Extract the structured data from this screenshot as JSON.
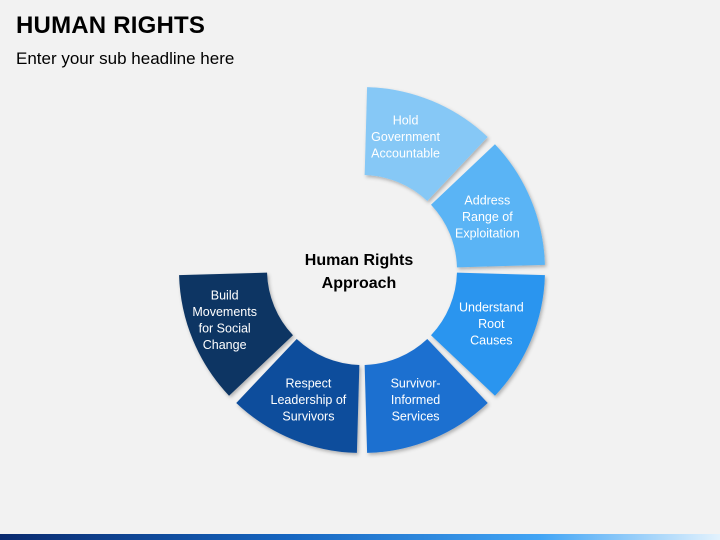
{
  "header": {
    "title": "HUMAN RIGHTS",
    "subtitle": "Enter your sub headline here"
  },
  "center": {
    "line1": "Human Rights",
    "line2": "Approach"
  },
  "segments": [
    {
      "lines": [
        "Hold",
        "Government",
        "Accountable"
      ],
      "color": "#86c8f6",
      "text_color": "#1a1a1a"
    },
    {
      "lines": [
        "Address",
        "Range of",
        "Exploitation"
      ],
      "color": "#5ab4f5",
      "text_color": "#ffffff"
    },
    {
      "lines": [
        "Understand",
        "Root",
        "Causes"
      ],
      "color": "#2c95ef",
      "text_color": "#ffffff"
    },
    {
      "lines": [
        "Survivor-",
        "Informed",
        "Services"
      ],
      "color": "#1a6fd0",
      "text_color": "#ffffff"
    },
    {
      "lines": [
        "Respect",
        "Leadership of",
        "Survivors"
      ],
      "color": "#0f4d9c",
      "text_color": "#ffffff"
    },
    {
      "lines": [
        "Build",
        "Movements",
        "for Social",
        "Change"
      ],
      "color": "#0b3463",
      "text_color": "#ffffff"
    }
  ]
}
